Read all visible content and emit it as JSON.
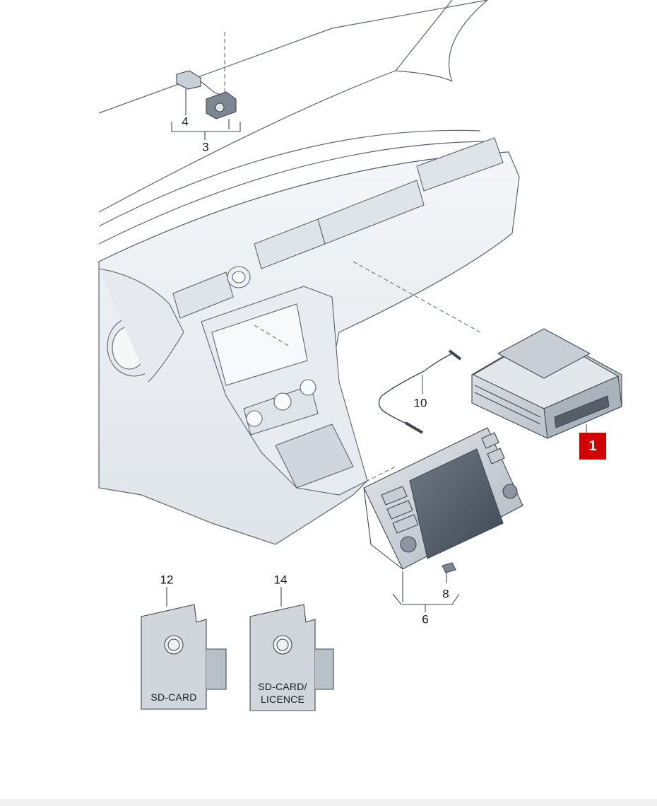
{
  "callouts": {
    "c1": "1",
    "c3": "3",
    "c4": "4",
    "c6": "6",
    "c8": "8",
    "c10": "10",
    "c12": "12",
    "c14": "14"
  },
  "cards": {
    "sd_card": "SD-CARD",
    "sd_licence_line1": "SD-CARD/",
    "sd_licence_line2": "LICENCE"
  },
  "colors": {
    "highlight": "#d40000",
    "line": "#5a6470",
    "part_fill": "#d7dde3",
    "dash_fill": "#eef1f4"
  }
}
